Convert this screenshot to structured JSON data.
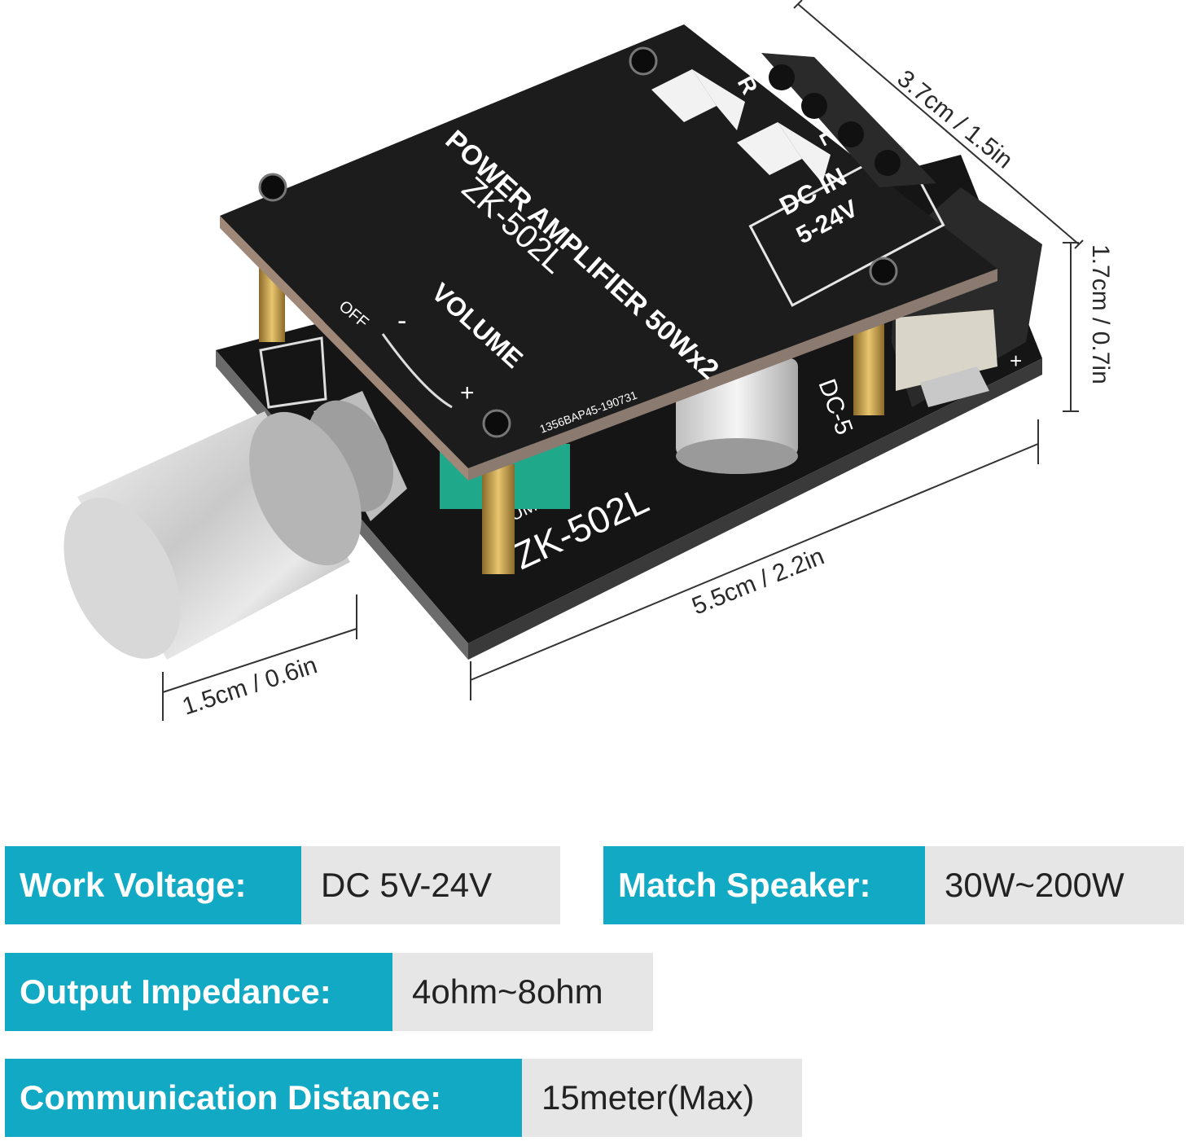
{
  "dimensions": {
    "depth": "3.7cm / 1.5in",
    "height": "1.7cm / 0.7in",
    "length": "5.5cm / 2.2in",
    "knob": "1.5cm / 0.6in"
  },
  "board_markings": {
    "title_line1": "POWER AMPLIFIER 50Wx2",
    "title_line2": "ZK-502L",
    "volume": "VOLUME",
    "off": "OFF",
    "minus": "-",
    "plus": "+",
    "batch": "1356BAP45-190731",
    "dc_in": "DC IN",
    "dc_range": "5-24V",
    "terminal_right": "R",
    "terminal_left": "L",
    "lower_model": "ZK-502L",
    "lower_volume": "UME +",
    "lower_dc": "DC-5"
  },
  "specs": [
    {
      "label": "Work Voltage:",
      "value": "DC 5V-24V"
    },
    {
      "label": "Match Speaker:",
      "value": "30W~200W"
    },
    {
      "label": "Output Impedance:",
      "value": "4ohm~8ohm"
    },
    {
      "label": "Communication Distance:",
      "value": "15meter(Max)"
    }
  ],
  "colors": {
    "accent": "#12a9c5",
    "value_bg": "#e6e6e6",
    "board": "#1c1c1c"
  }
}
